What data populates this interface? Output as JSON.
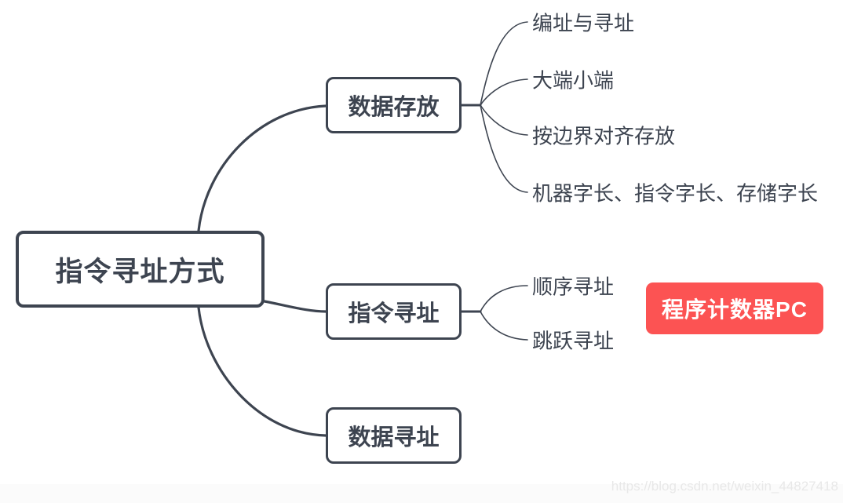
{
  "root": {
    "label": "指令寻址方式"
  },
  "branches": [
    {
      "label": "数据存放",
      "children": [
        {
          "label": "编址与寻址"
        },
        {
          "label": "大端小端"
        },
        {
          "label": "按边界对齐存放"
        },
        {
          "label": "机器字长、指令字长、存储字长"
        }
      ]
    },
    {
      "label": "指令寻址",
      "children": [
        {
          "label": "顺序寻址"
        },
        {
          "label": "跳跃寻址"
        }
      ],
      "badge": {
        "label": "程序计数器PC"
      }
    },
    {
      "label": "数据寻址",
      "children": []
    }
  ],
  "colors": {
    "line": "#3d4450",
    "node_border": "#3d4450",
    "text": "#3d4450",
    "badge_background": "#fc5353",
    "badge_text": "#ffffff",
    "background": "#ffffff",
    "watermark_text": "#e8e8e8"
  },
  "watermark": {
    "text": "https://blog.csdn.net/weixin_44827418"
  }
}
